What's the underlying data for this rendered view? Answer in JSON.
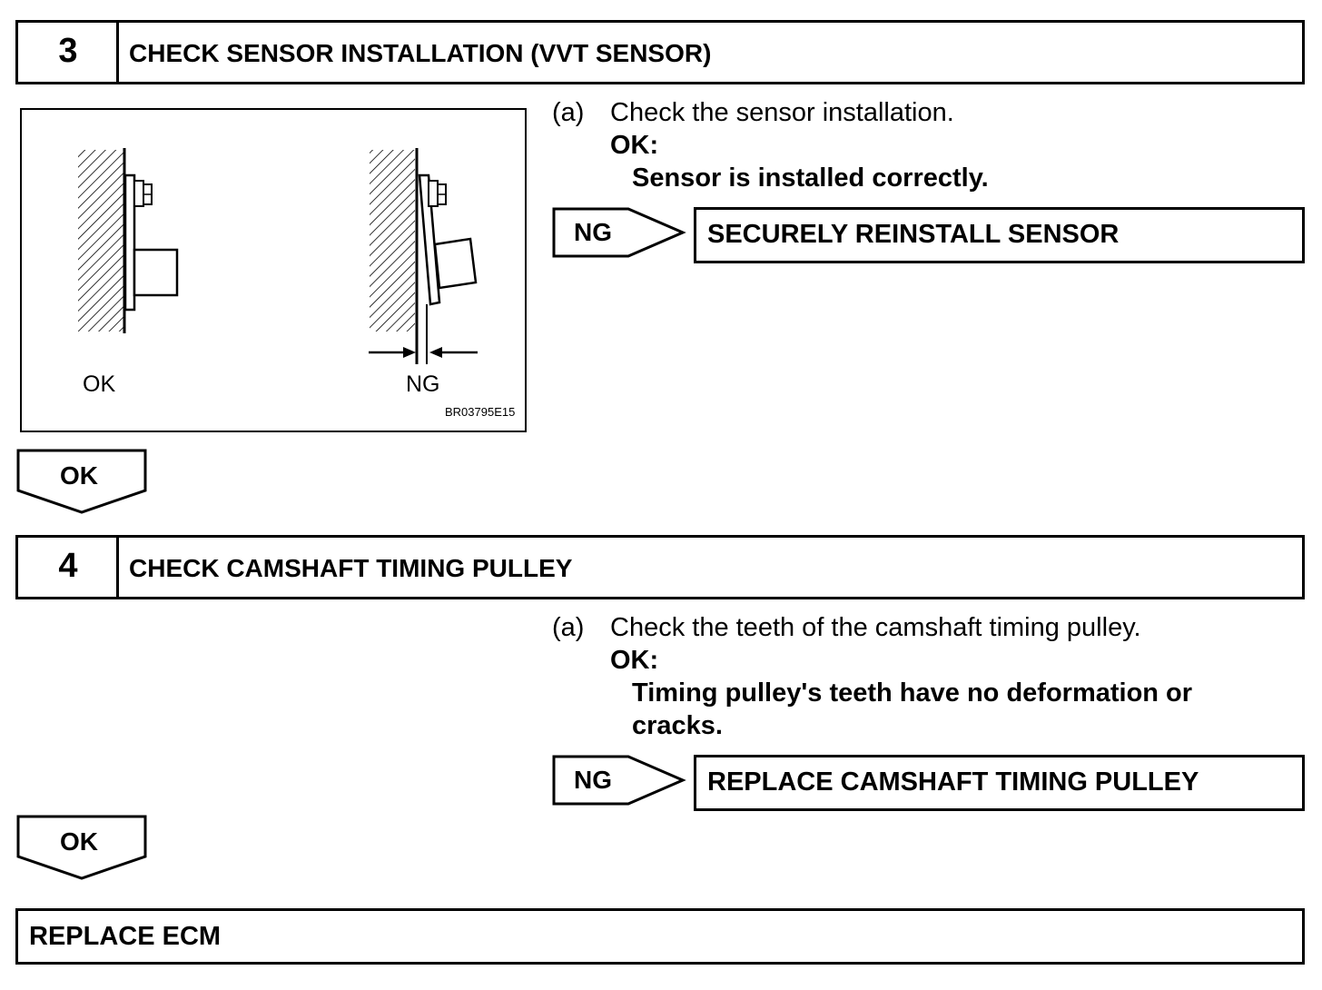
{
  "step3": {
    "number": "3",
    "title": "CHECK SENSOR INSTALLATION (VVT SENSOR)",
    "instruction_marker": "(a)",
    "instruction": "Check the sensor installation.",
    "ok_heading": "OK:",
    "ok_condition": "Sensor is installed correctly.",
    "ng_label": "NG",
    "ng_action": "SECURELY REINSTALL SENSOR",
    "figure": {
      "ok_caption": "OK",
      "ng_caption": "NG",
      "figure_code": "BR03795E15"
    },
    "ok_arrow_label": "OK"
  },
  "step4": {
    "number": "4",
    "title": "CHECK CAMSHAFT TIMING PULLEY",
    "instruction_marker": "(a)",
    "instruction": "Check the teeth of the camshaft timing pulley.",
    "ok_heading": "OK:",
    "ok_condition_line1": "Timing pulley's teeth have no deformation or",
    "ok_condition_line2": "cracks.",
    "ng_label": "NG",
    "ng_action": "REPLACE CAMSHAFT TIMING PULLEY",
    "ok_arrow_label": "OK"
  },
  "final": {
    "action": "REPLACE ECM"
  }
}
